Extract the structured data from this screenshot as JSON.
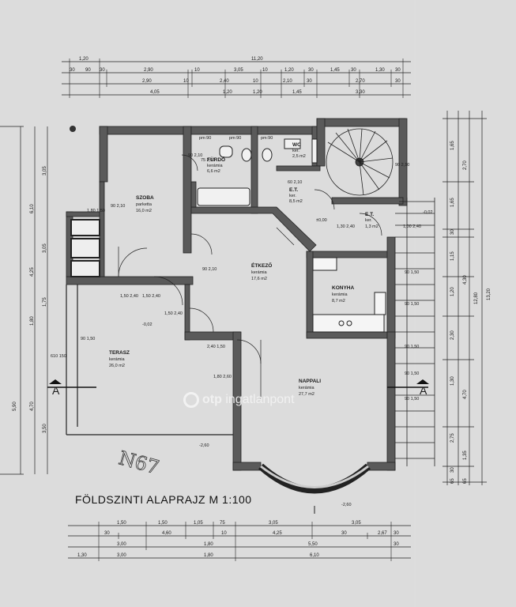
{
  "plan_title": "FÖLDSZINTI  ALAPRAJZ  M 1:100",
  "watermark": {
    "brand": "otp",
    "suffix": "ingatlanpont"
  },
  "rooms": [
    {
      "key": "szoba",
      "name": "SZOBA",
      "floor": "parketta",
      "area": "16,0 m2"
    },
    {
      "key": "furdo",
      "name": "FÜRDŐ",
      "floor": "kerámia",
      "area": "6,6 m2"
    },
    {
      "key": "wc",
      "name": "WC",
      "floor": "ker.",
      "area": "2,5 m2"
    },
    {
      "key": "etkezo",
      "name": "ÉTKEZŐ",
      "floor": "kerámia",
      "area": "17,6 m2"
    },
    {
      "key": "et1",
      "name": "E.T.",
      "floor": "ker.",
      "area": "8,5 m2"
    },
    {
      "key": "et2",
      "name": "E.T.",
      "floor": "ker.",
      "area": "1,3 m2"
    },
    {
      "key": "konyha",
      "name": "KONYHA",
      "floor": "kerámia",
      "area": "8,7 m2"
    },
    {
      "key": "terasz",
      "name": "TERASZ",
      "floor": "kerámia",
      "area": "26,0 m2"
    },
    {
      "key": "nappali",
      "name": "NAPPALI",
      "floor": "kerámia",
      "area": "27,7 m2"
    }
  ],
  "section_marks": [
    "A",
    "A"
  ],
  "levels": [
    "-0,02",
    "±0,00",
    "-0,02",
    "-2,60",
    "-2,60"
  ],
  "handwriting": "N67",
  "top_dims": {
    "row1": [
      "1,20",
      "11,20"
    ],
    "row2": [
      "30",
      "90",
      "30",
      "2,90",
      "10",
      "3,05",
      "10",
      "1,20",
      "30",
      "1,45",
      "30",
      "1,30",
      "30"
    ],
    "row3": [
      "2,90",
      "10",
      "2,40",
      "10",
      "2,10",
      "30",
      "2,70",
      "30"
    ],
    "row4": [
      "4,05",
      "1,20",
      "1,20",
      "1,45",
      "3,30"
    ]
  },
  "bottom_dims": {
    "row1": [
      "1,50",
      "1,50",
      "1,05",
      "75",
      "3,05",
      "3,05"
    ],
    "row2": [
      "30",
      "4,60",
      "10",
      "4,25",
      "30",
      "2,67",
      "30"
    ],
    "row3": [
      "3,00",
      "1,80",
      "5,50",
      "30"
    ],
    "row4": [
      "1,30",
      "3,00",
      "1,80",
      "6,10"
    ]
  },
  "right_dims": [
    "1,65",
    "2,70",
    "1,65",
    "30",
    "1,15",
    "1,20",
    "4,30",
    "13,20",
    "12,80",
    "2,30",
    "1,30",
    "4,70",
    "2,75",
    "1,35",
    "30",
    "65",
    "65"
  ],
  "left_dims": [
    "3,05",
    "6,10",
    "3,05",
    "4,25",
    "1,75",
    "1,80",
    "4,70",
    "3,50",
    "5,90"
  ],
  "openings": [
    "pm:90",
    "pm:90",
    "pm:90",
    "75 2,10",
    "60 2,10",
    "90 2,10",
    "1,80 1,50",
    "1,50 2,40",
    "1,30 2,40",
    "90 2,10",
    "1,00 2,40",
    "90 1,50",
    "90 1,50",
    "90 1,50",
    "90 1,50",
    "90 1,50",
    "1,80 2,60",
    "610 150",
    "90 2,10",
    "1,50 2,40",
    "1,50 2,40",
    "90 2,10",
    "90 1,50",
    "2,40 1,50"
  ]
}
